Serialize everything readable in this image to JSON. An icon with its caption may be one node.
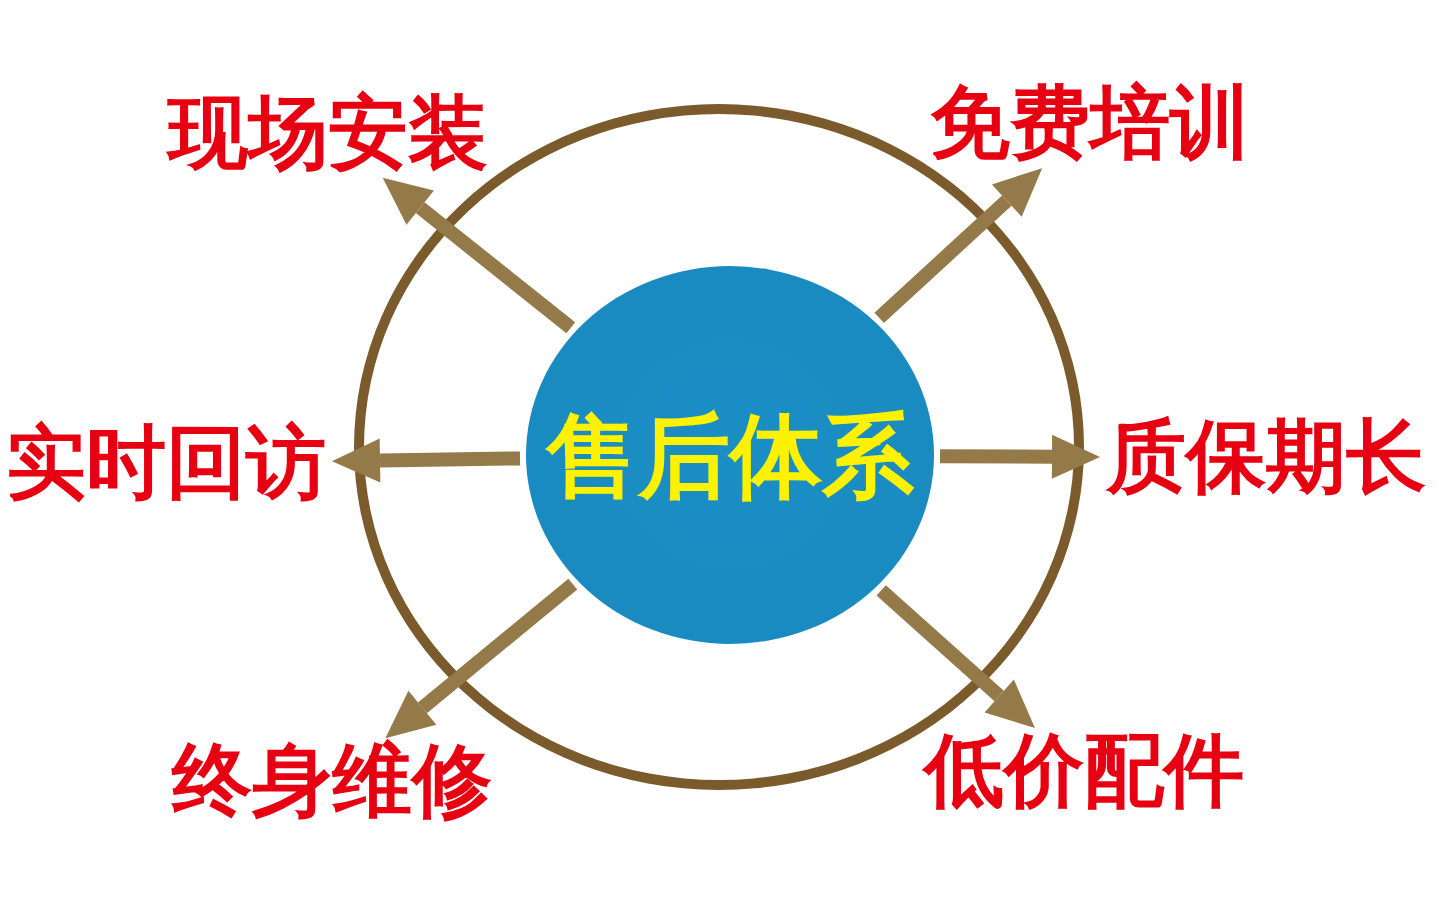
{
  "diagram": {
    "nodes": [
      {
        "text": [],
        "shape": "circle"
      },
      {
        "text": [
          "售后体系"
        ],
        "in": 0
      },
      {
        "text": [
          "现场安装"
        ]
      },
      {
        "text": [
          "免费培训"
        ]
      },
      {
        "text": [
          "实时回访"
        ]
      },
      {
        "text": [
          "质保期长"
        ]
      },
      {
        "text": [
          "终身维修"
        ]
      },
      {
        "text": [
          "低价配件"
        ]
      }
    ],
    "edges": [
      {
        "from": 1,
        "to": 2,
        "arrow": "to"
      },
      {
        "from": 1,
        "to": 3,
        "arrow": "to"
      },
      {
        "from": 1,
        "to": 4,
        "arrow": "to"
      },
      {
        "from": 1,
        "to": 5,
        "arrow": "to"
      },
      {
        "from": 1,
        "to": 6,
        "arrow": "to"
      },
      {
        "from": 1,
        "to": 7,
        "arrow": "to"
      }
    ]
  }
}
